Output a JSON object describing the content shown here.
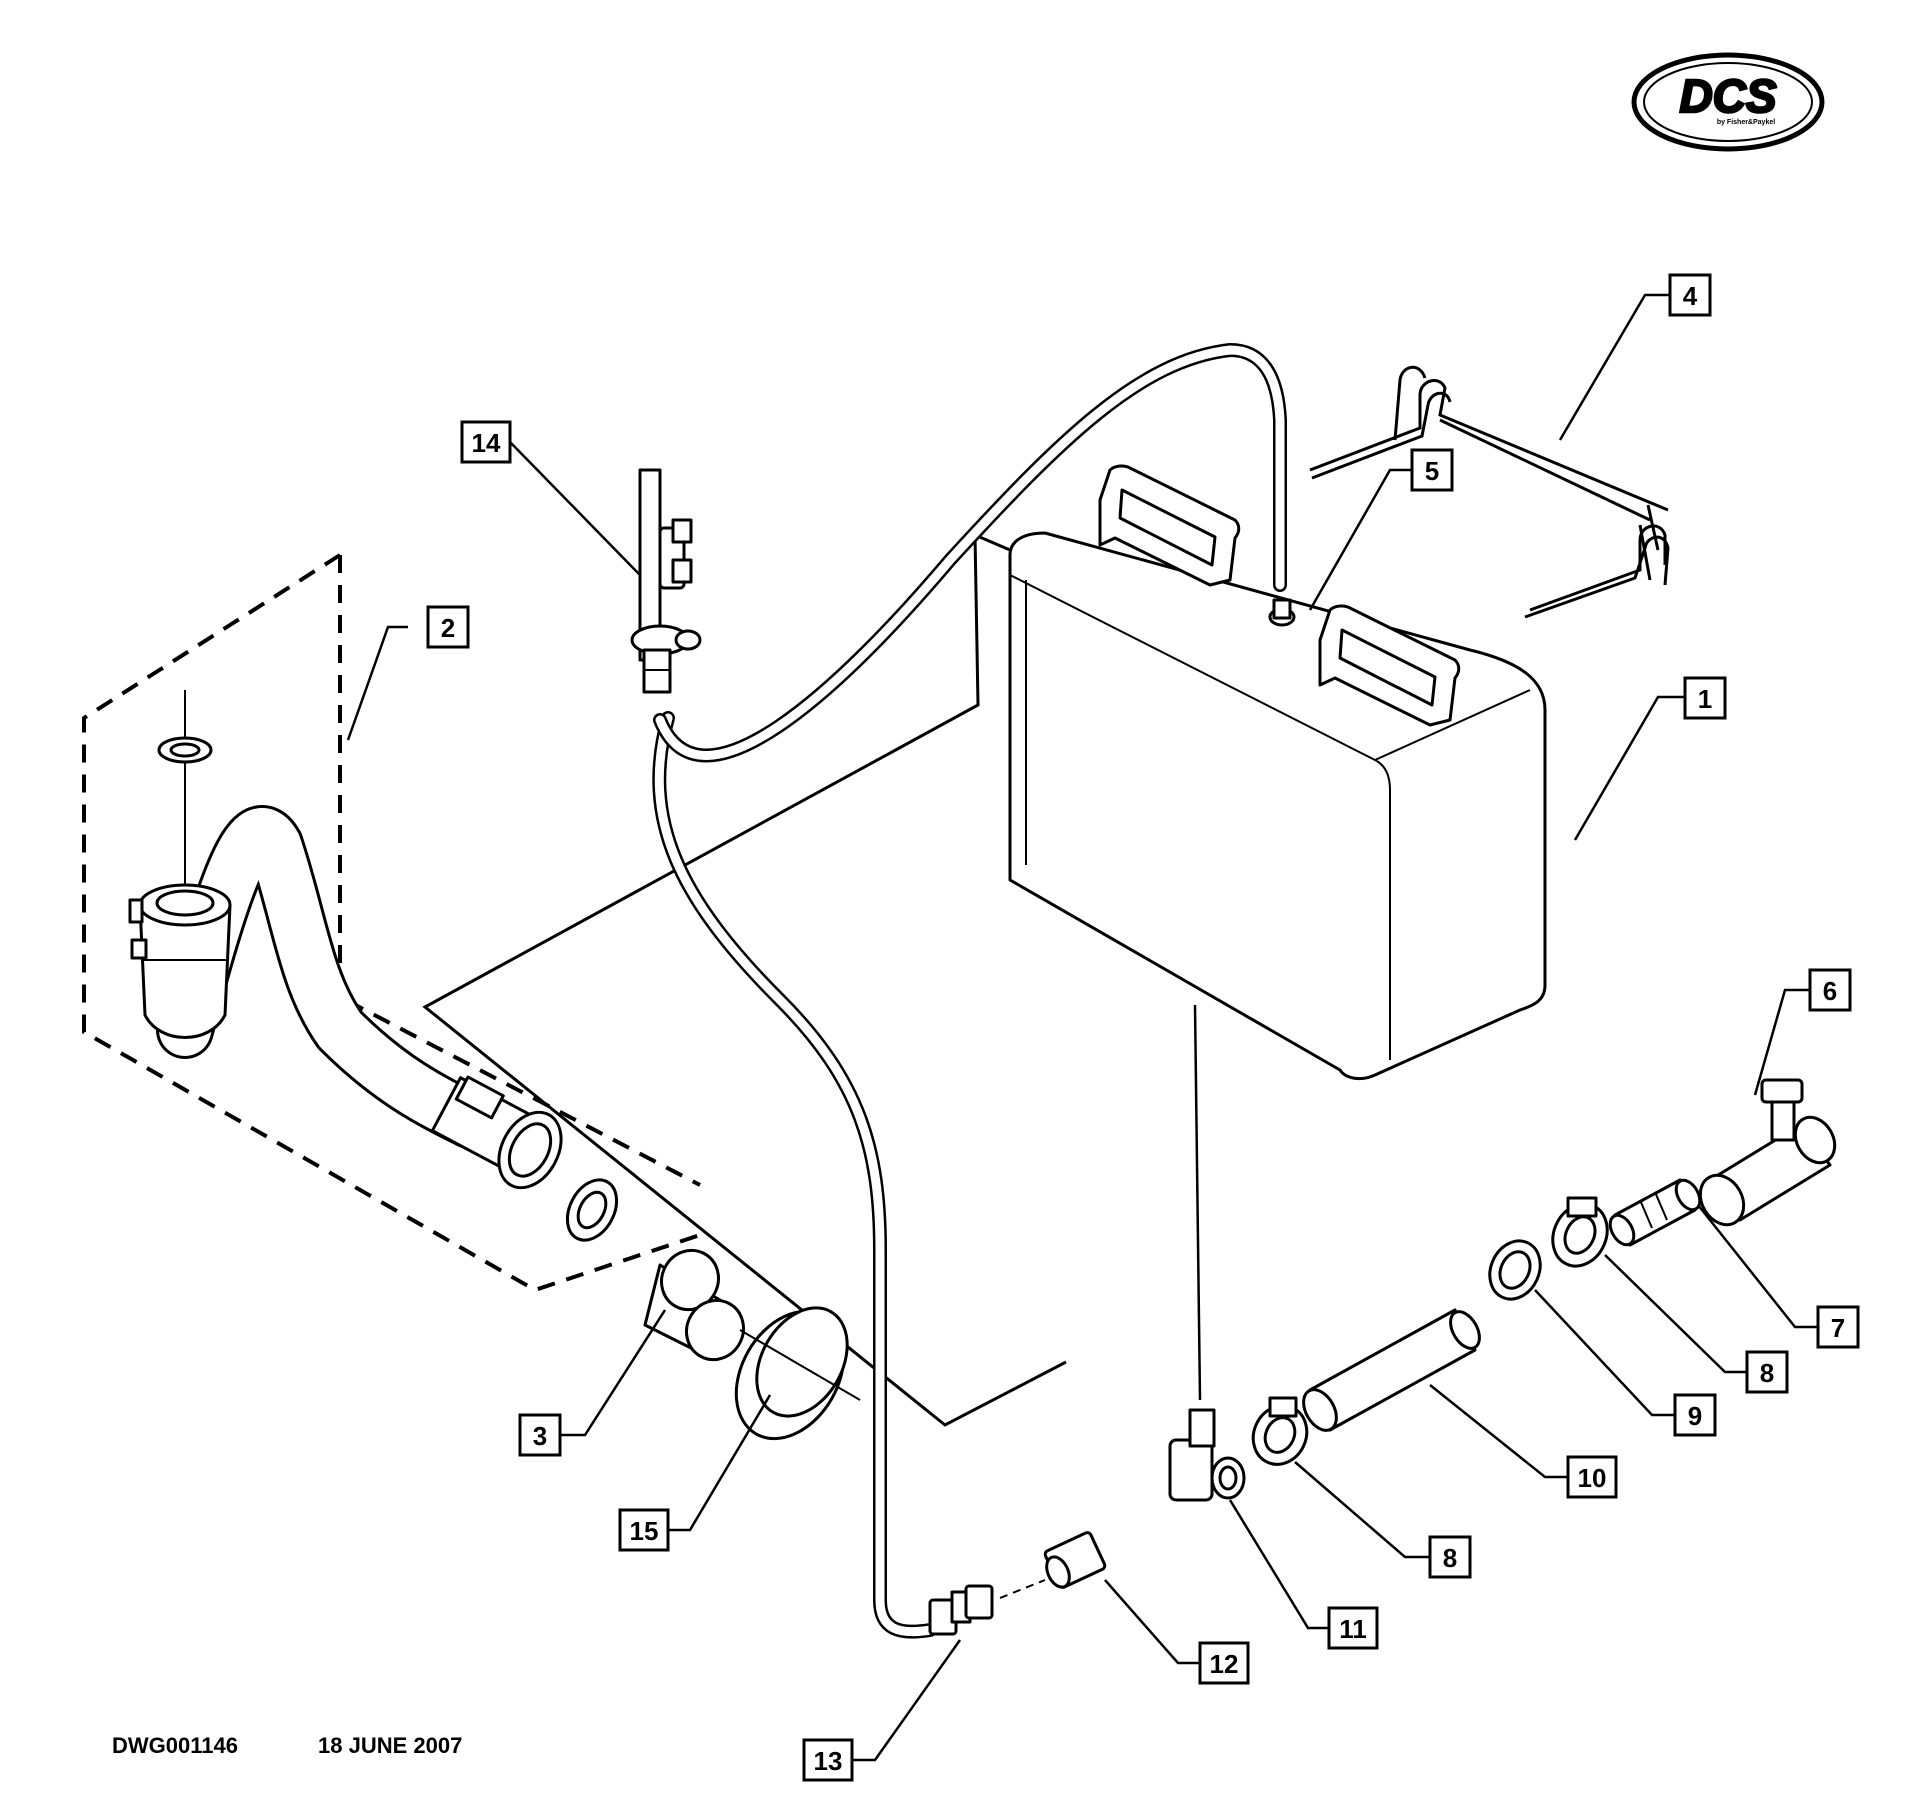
{
  "logo": {
    "word": "DCS",
    "tagline": "by Fisher&Paykel"
  },
  "drawing_number": "DWG001146",
  "drawing_date": "18 JUNE 2007",
  "callouts": [
    {
      "id": "1",
      "label": "1"
    },
    {
      "id": "2",
      "label": "2"
    },
    {
      "id": "3",
      "label": "3"
    },
    {
      "id": "4",
      "label": "4"
    },
    {
      "id": "5",
      "label": "5"
    },
    {
      "id": "6",
      "label": "6"
    },
    {
      "id": "7",
      "label": "7"
    },
    {
      "id": "8a",
      "label": "8"
    },
    {
      "id": "8b",
      "label": "8"
    },
    {
      "id": "9",
      "label": "9"
    },
    {
      "id": "10",
      "label": "10"
    },
    {
      "id": "11",
      "label": "11"
    },
    {
      "id": "12",
      "label": "12"
    },
    {
      "id": "13",
      "label": "13"
    },
    {
      "id": "14",
      "label": "14"
    },
    {
      "id": "15",
      "label": "15"
    }
  ]
}
